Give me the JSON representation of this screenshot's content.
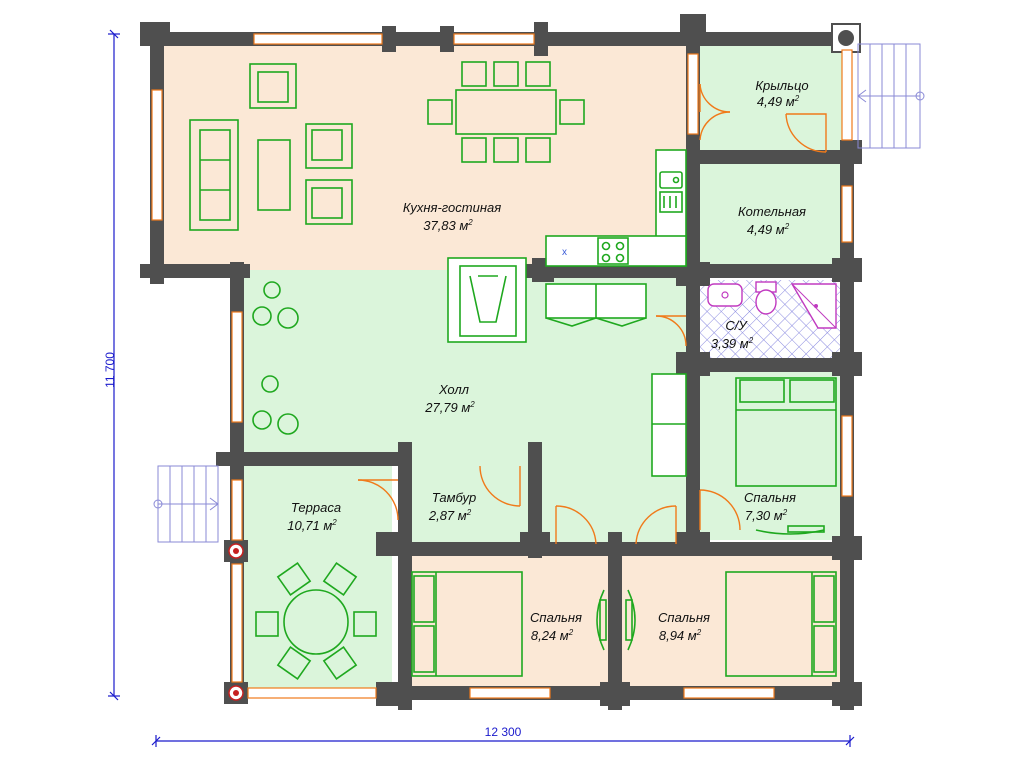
{
  "plan": {
    "dimensions": {
      "width": "12 300",
      "height": "11 700"
    },
    "rooms": [
      {
        "id": "kitchen",
        "name": "Кухня-гостиная",
        "area": "37,83 м",
        "sup": "2"
      },
      {
        "id": "porch",
        "name": "Крыльцо",
        "area": "4,49 м",
        "sup": "2"
      },
      {
        "id": "boiler",
        "name": "Котельная",
        "area": "4,49 м",
        "sup": "2"
      },
      {
        "id": "bath",
        "name": "С/У",
        "area": "3,39 м",
        "sup": "2"
      },
      {
        "id": "hall",
        "name": "Холл",
        "area": "27,79 м",
        "sup": "2"
      },
      {
        "id": "terrace",
        "name": "Терраса",
        "area": "10,71 м",
        "sup": "2"
      },
      {
        "id": "tambur",
        "name": "Тамбур",
        "area": "2,87 м",
        "sup": "2"
      },
      {
        "id": "bedroom1",
        "name": "Спальня",
        "area": "7,30 м",
        "sup": "2"
      },
      {
        "id": "bedroom2",
        "name": "Спальня",
        "area": "8,24 м",
        "sup": "2"
      },
      {
        "id": "bedroom3",
        "name": "Спальня",
        "area": "8,94 м",
        "sup": "2"
      }
    ],
    "colors": {
      "kitchen_floor": "#fbe8d6",
      "green_floor": "#dbf5db",
      "wall": "#4f4f4f",
      "furniture": "#1fa81f",
      "door": "#f07a1a",
      "dimension": "#1a1acc",
      "bath_tile": "#8a8ae0"
    }
  }
}
